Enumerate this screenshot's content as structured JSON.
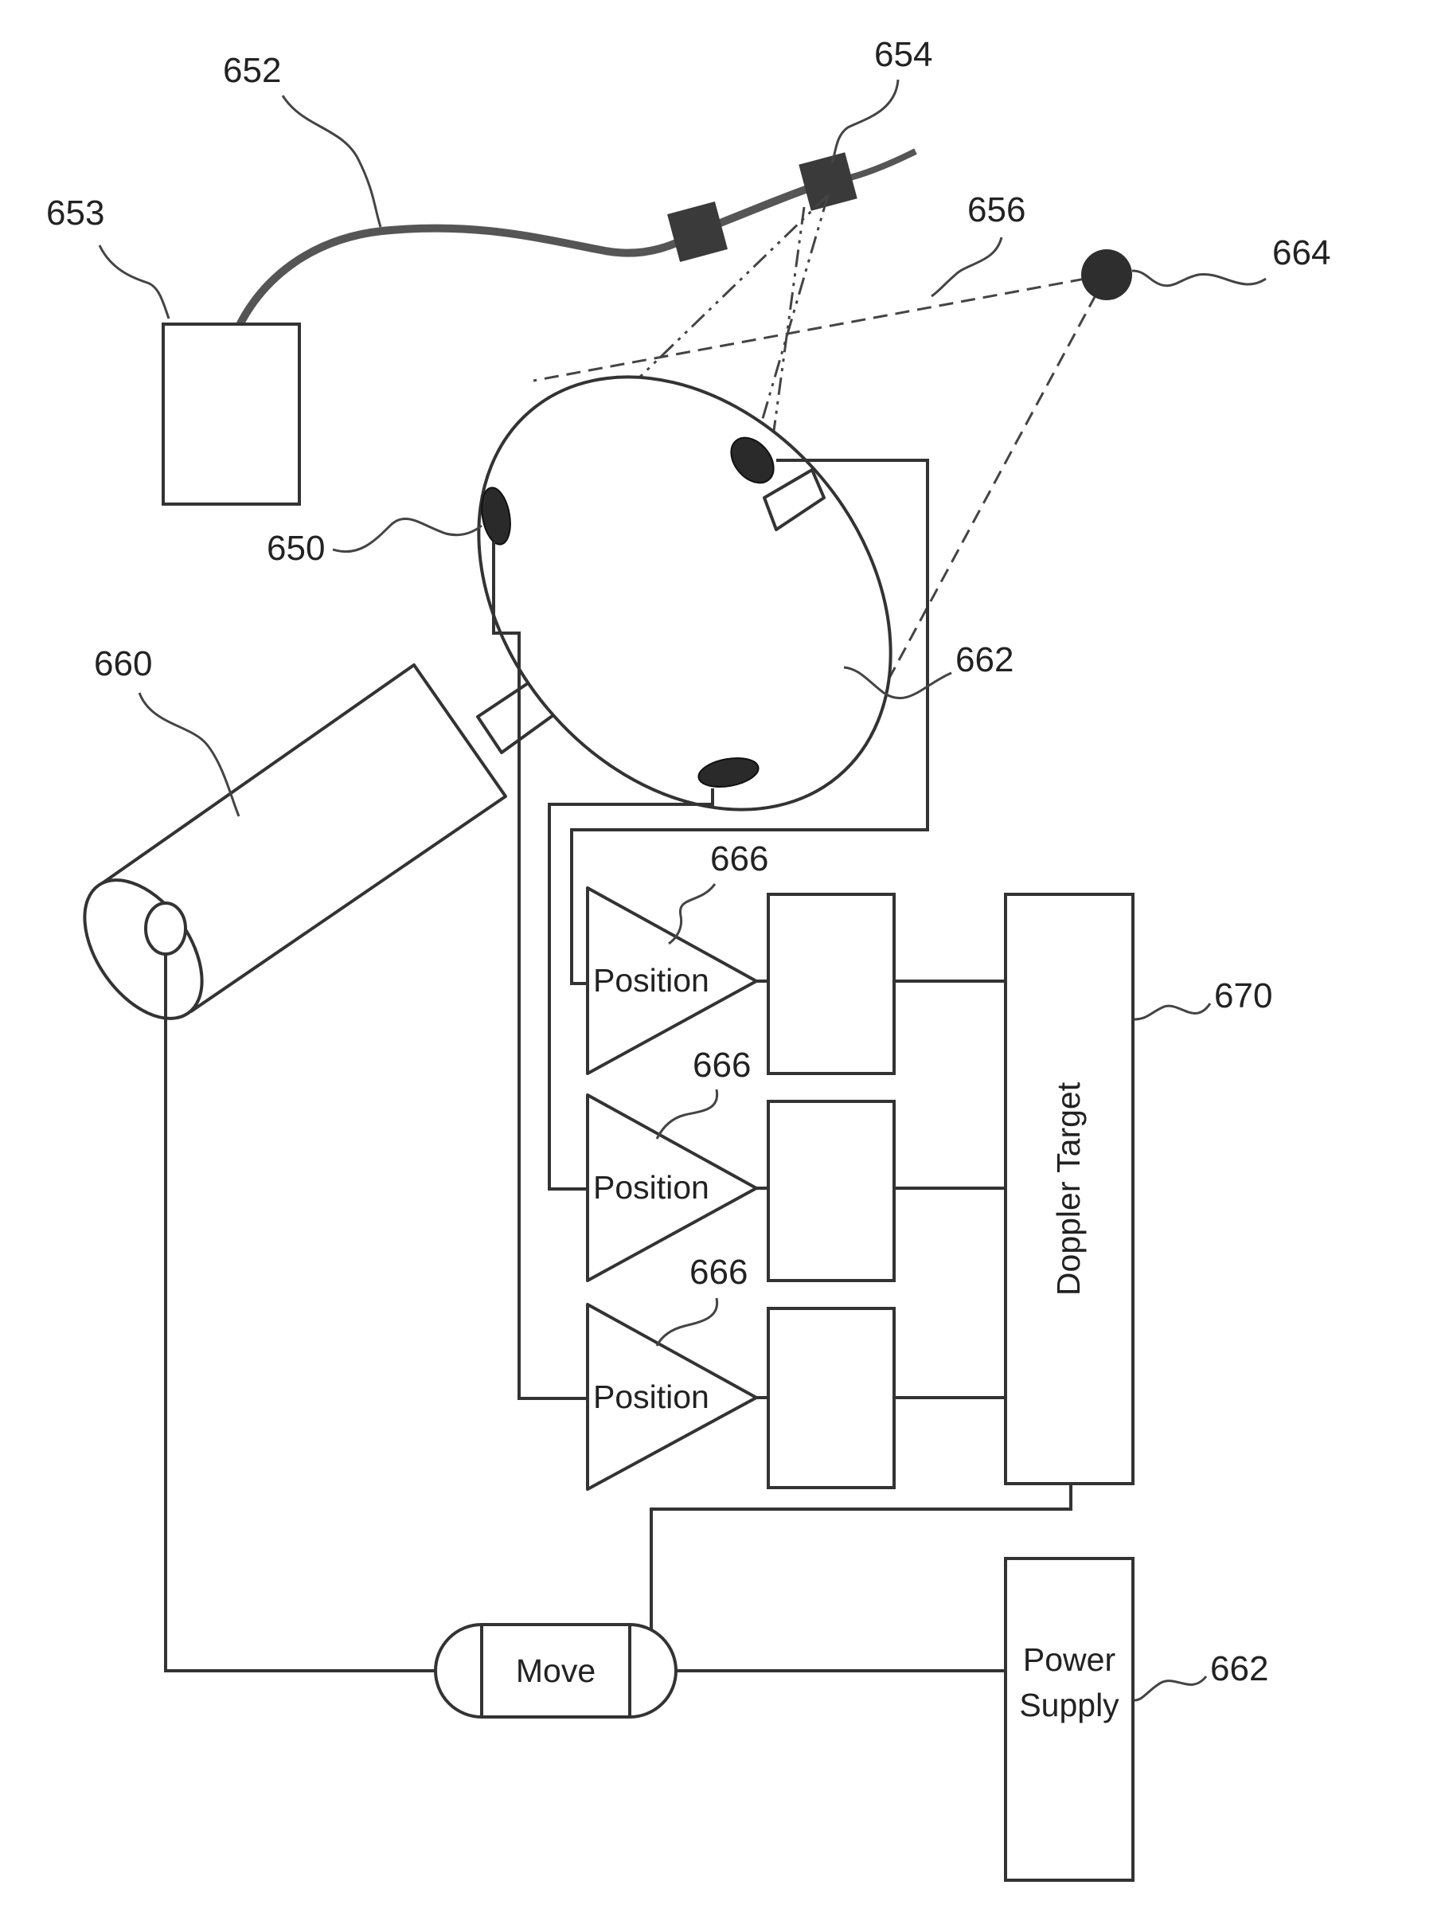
{
  "labels": {
    "l652": "652",
    "l654": "654",
    "l653": "653",
    "l656": "656",
    "l664": "664",
    "l650": "650",
    "l660": "660",
    "l662_top": "662",
    "l666_a": "666",
    "l666_b": "666",
    "l666_c": "666",
    "l670": "670",
    "l662_bottom": "662"
  },
  "blocks": {
    "position_1": "Position",
    "position_2": "Position",
    "position_3": "Position",
    "doppler_target": "Doppler Target",
    "move": "Move",
    "power_supply_line1": "Power",
    "power_supply_line2": "Supply"
  },
  "colors": {
    "line": "#333333",
    "spot": "#2a2a2a",
    "background": "#ffffff"
  }
}
